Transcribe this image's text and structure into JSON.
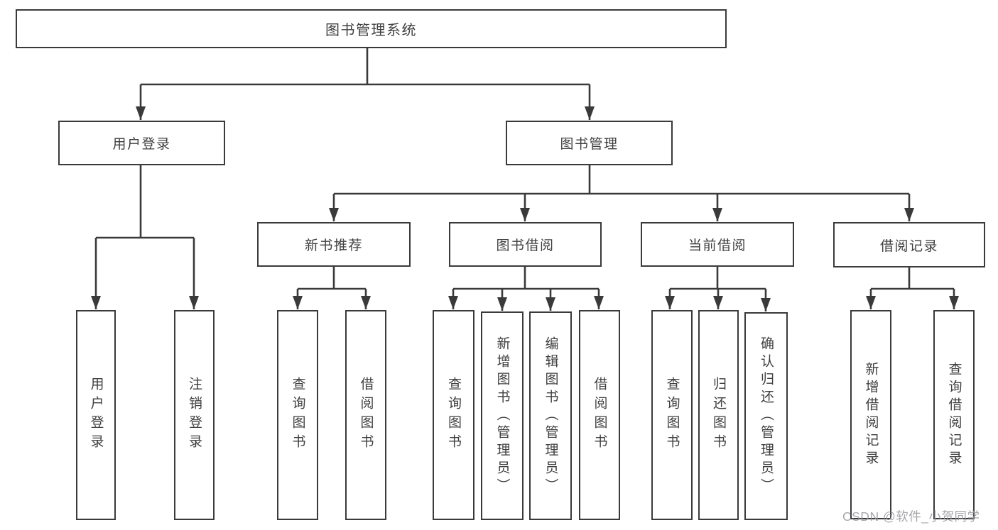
{
  "diagram": {
    "type": "tree",
    "title": "图书管理系统",
    "nodes": {
      "root": {
        "label": "图书管理系统"
      },
      "userLogin": {
        "label": "用户登录"
      },
      "bookMgmt": {
        "label": "图书管理"
      },
      "newRec": {
        "label": "新书推荐"
      },
      "bookBorrow": {
        "label": "图书借阅"
      },
      "curBorrow": {
        "label": "当前借阅"
      },
      "records": {
        "label": "借阅记录"
      },
      "leafUserLogin": {
        "label": "用户登录"
      },
      "leafLogout": {
        "label": "注销登录"
      },
      "recQuery": {
        "label": "查询图书"
      },
      "recBorrow": {
        "label": "借阅图书"
      },
      "bbQuery": {
        "label": "查询图书"
      },
      "bbAdd": {
        "label": "新增图书（管理员）"
      },
      "bbEdit": {
        "label": "编辑图书（管理员）"
      },
      "bbBorrow": {
        "label": "借阅图书"
      },
      "cbQuery": {
        "label": "查询图书"
      },
      "cbReturn": {
        "label": "归还图书"
      },
      "cbConfirm": {
        "label": "确认归还（管理员）"
      },
      "brAdd": {
        "label": "新增借阅记录"
      },
      "brQuery": {
        "label": "查询借阅记录"
      }
    },
    "hierarchy": {
      "图书管理系统": {
        "用户登录": [
          "用户登录",
          "注销登录"
        ],
        "图书管理": {
          "新书推荐": [
            "查询图书",
            "借阅图书"
          ],
          "图书借阅": [
            "查询图书",
            "新增图书（管理员）",
            "编辑图书（管理员）",
            "借阅图书"
          ],
          "当前借阅": [
            "查询图书",
            "归还图书",
            "确认归还（管理员）"
          ],
          "借阅记录": [
            "新增借阅记录",
            "查询借阅记录"
          ]
        }
      }
    },
    "colors": {
      "line": "#3a3a3a",
      "text": "#3f3f3f",
      "box_fill": "#ffffff",
      "background": "#ffffff",
      "watermark": "#96969e"
    }
  },
  "watermark": {
    "text": "CSDN @软件_小贺同学"
  }
}
